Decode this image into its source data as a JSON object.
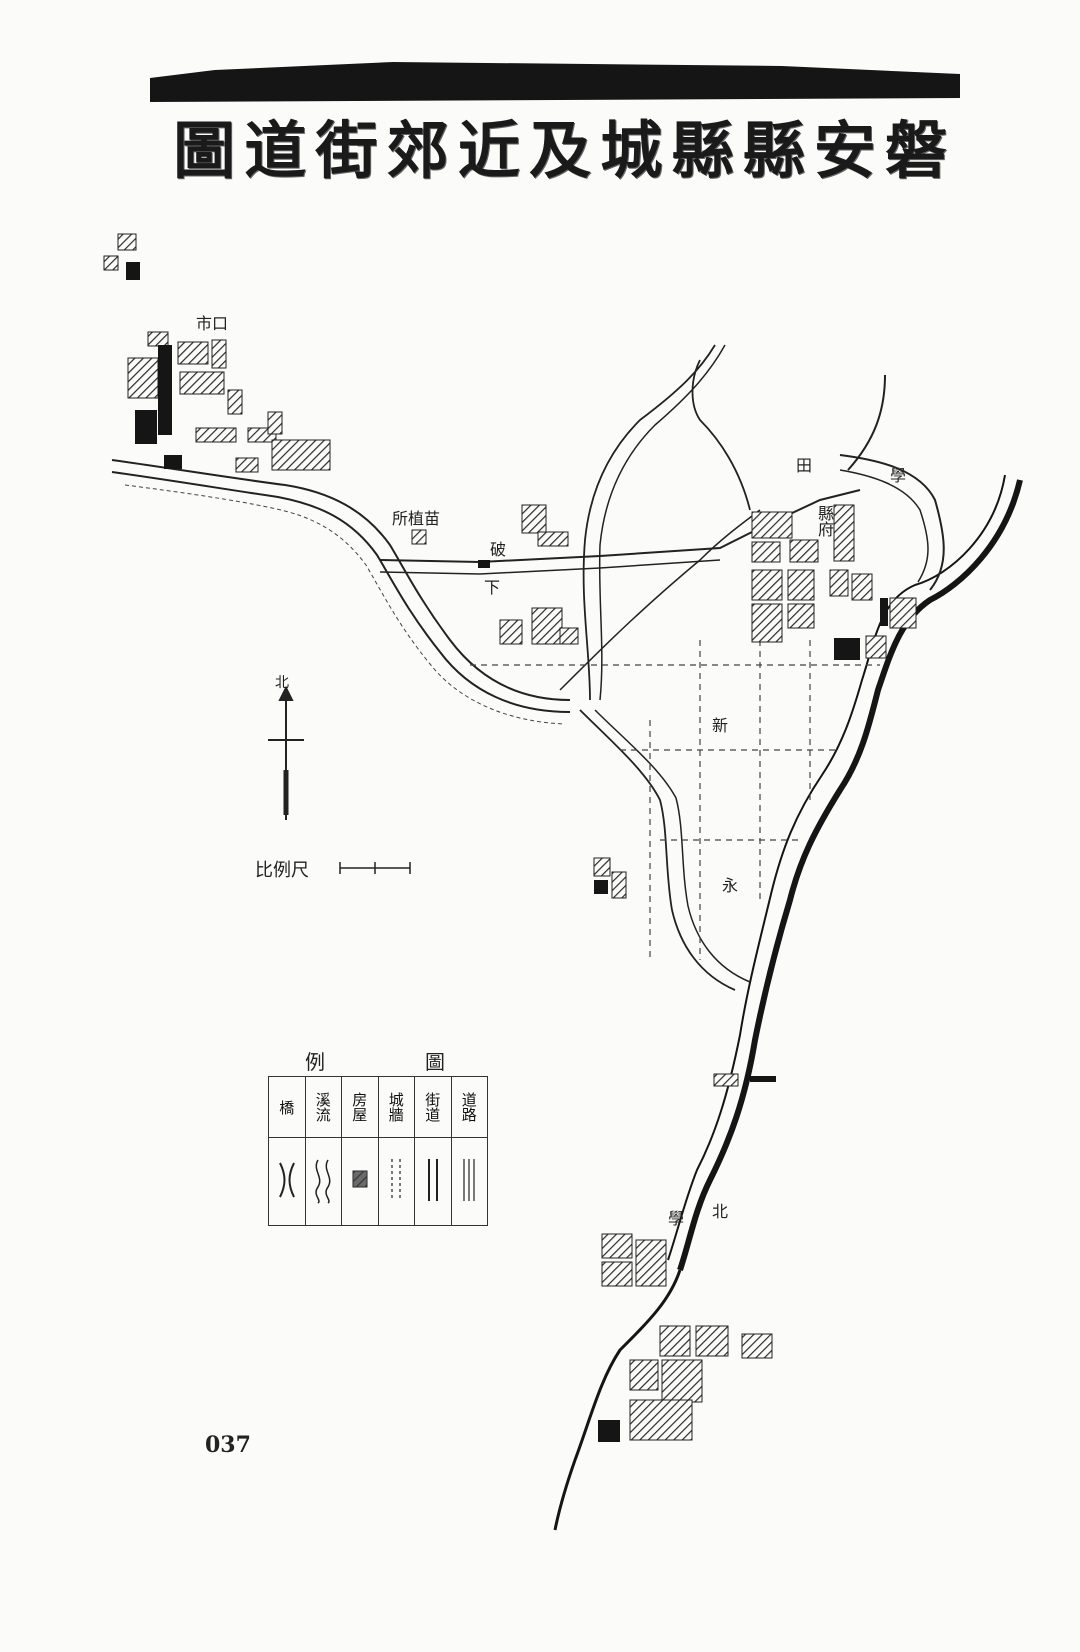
{
  "map": {
    "title": "磐安縣縣城及近郊街道圖",
    "page_number": "037",
    "place_labels": [
      {
        "text": "市口",
        "vertical": false
      },
      {
        "text": "田",
        "vertical": false
      },
      {
        "text": "學",
        "vertical": false
      },
      {
        "text": "所植苗",
        "vertical": false
      },
      {
        "text": "破",
        "vertical": false
      },
      {
        "text": "下",
        "vertical": false
      },
      {
        "text": "北",
        "vertical": false
      },
      {
        "text": "永",
        "vertical": false
      },
      {
        "text": "新",
        "vertical": false
      },
      {
        "text": "縣府",
        "vertical": true
      },
      {
        "text": "學",
        "vertical": true
      }
    ],
    "north_label": "北",
    "scale_label": "比例尺",
    "legend": {
      "title": "例圖",
      "items": [
        {
          "label": "道路",
          "symbol": "road"
        },
        {
          "label": "街道",
          "symbol": "street"
        },
        {
          "label": "城牆",
          "symbol": "wall"
        },
        {
          "label": "房屋",
          "symbol": "house"
        },
        {
          "label": "溪流",
          "symbol": "stream"
        },
        {
          "label": "橋",
          "symbol": "bridge"
        }
      ]
    },
    "colors": {
      "ink": "#151515",
      "paper": "#fbfbfa",
      "hatch": "#2a2a2a"
    }
  }
}
